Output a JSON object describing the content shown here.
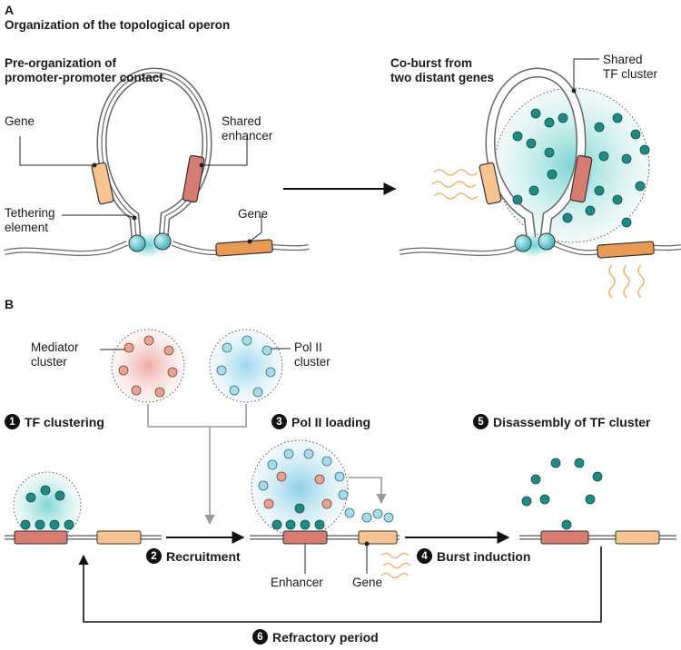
{
  "panel_a": {
    "letter": "A",
    "title": "Organization of the topological operon",
    "left_heading": "Pre-organization of\npromoter-promoter contact",
    "right_heading": "Co-burst from\ntwo distant genes",
    "label_gene_1": "Gene",
    "label_shared_enhancer": "Shared\nenhancer",
    "label_tethering": "Tethering\nelement",
    "label_gene_2": "Gene",
    "label_shared_tf": "Shared\nTF cluster"
  },
  "panel_b": {
    "letter": "B",
    "label_mediator": "Mediator\ncluster",
    "label_pol2": "Pol II\ncluster",
    "label_enhancer": "Enhancer",
    "label_gene": "Gene",
    "steps": [
      {
        "num": "1",
        "label": "TF clustering"
      },
      {
        "num": "2",
        "label": "Recruitment"
      },
      {
        "num": "3",
        "label": "Pol II loading"
      },
      {
        "num": "4",
        "label": "Burst induction"
      },
      {
        "num": "5",
        "label": "Disassembly of TF cluster"
      },
      {
        "num": "6",
        "label": "Refractory period"
      }
    ]
  },
  "colors": {
    "tf": "#1f8a86",
    "mediator": "#e8a493",
    "pol2": "#a9dceb",
    "enhancer": "#d67c70",
    "gene": "#f7c491",
    "gene_dark": "#e69a55"
  }
}
